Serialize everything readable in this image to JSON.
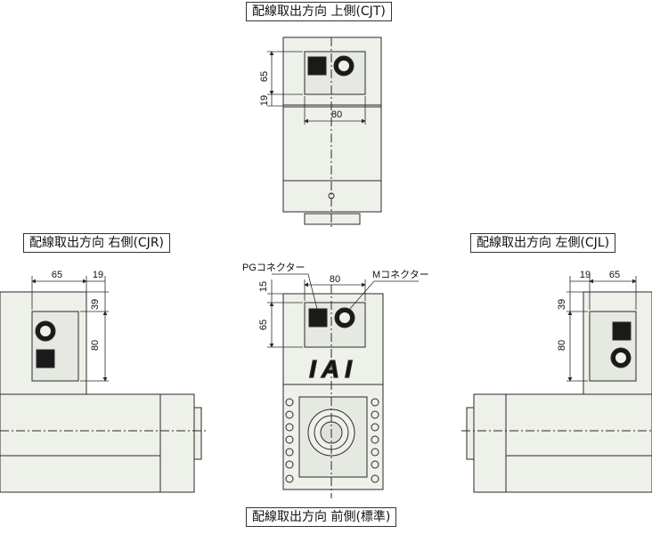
{
  "views": {
    "top": {
      "title": "配線取出方向 上側(CJT)"
    },
    "right": {
      "title": "配線取出方向 右側(CJR)"
    },
    "left": {
      "title": "配線取出方向 左側(CJL)"
    },
    "front": {
      "title": "配線取出方向 前側(標準)"
    }
  },
  "dimensions": {
    "top": {
      "d65": "65",
      "d19": "19",
      "d80": "80"
    },
    "right": {
      "d65": "65",
      "d19": "19",
      "d39": "39",
      "d80": "80"
    },
    "left": {
      "d19": "19",
      "d65": "65",
      "d39": "39",
      "d80": "80"
    },
    "front": {
      "d80": "80",
      "d15": "15",
      "d65": "65"
    }
  },
  "connectors": {
    "pg": "PGコネクター",
    "m": "Mコネクター"
  },
  "logo": "IAI",
  "colors": {
    "body": "#eef0ea",
    "body_dark": "#dfe2da",
    "line": "#2a2a2a",
    "connector": "#1a1a1a"
  }
}
